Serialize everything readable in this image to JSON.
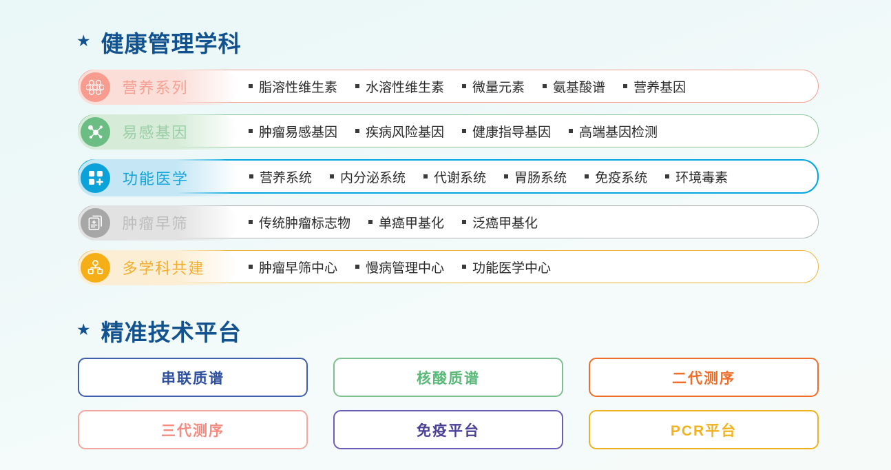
{
  "background": {
    "gradient_from": "#eaf8f7",
    "gradient_to": "#f6fbf9"
  },
  "sections": {
    "discipline": {
      "title": "健康管理学科",
      "star": "★",
      "title_color": "#12528f"
    },
    "platform": {
      "title": "精准技术平台",
      "star": "★",
      "title_color": "#12528f"
    }
  },
  "discipline_rows": [
    {
      "label": "营养系列",
      "icon": "honeycomb-icon",
      "active": false,
      "colors": {
        "border": "#f4a097",
        "icon_bg": "#f79c8e",
        "pill_bg": "#fbded8",
        "label": "#f5a295"
      },
      "tags": [
        "脂溶性维生素",
        "水溶性维生素",
        "微量元素",
        "氨基酸谱",
        "营养基因"
      ]
    },
    {
      "label": "易感基因",
      "icon": "molecule-node-icon",
      "active": false,
      "colors": {
        "border": "#8bc79a",
        "icon_bg": "#6bbd84",
        "pill_bg": "#d6ecd8",
        "label": "#9bcfa6"
      },
      "tags": [
        "肿瘤易感基因",
        "疾病风险基因",
        "健康指导基因",
        "高端基因检测"
      ]
    },
    {
      "label": "功能医学",
      "icon": "grid-plus-icon",
      "active": true,
      "colors": {
        "border": "#00a6e0",
        "icon_bg": "#0aa2d8",
        "pill_bg": "#c5e7f5",
        "label": "#15a5dd"
      },
      "tags": [
        "营养系统",
        "内分泌系统",
        "代谢系统",
        "胃肠系统",
        "免疫系统",
        "环境毒素"
      ]
    },
    {
      "label": "肿瘤早筛",
      "icon": "report-document-icon",
      "active": false,
      "colors": {
        "border": "#b4b4b4",
        "icon_bg": "#a7a7a7",
        "pill_bg": "#e2e2e2",
        "label": "#bdbdbd"
      },
      "tags": [
        "传统肿瘤标志物",
        "单癌甲基化",
        "泛癌甲基化"
      ]
    },
    {
      "label": "多学科共建",
      "icon": "org-chart-people-icon",
      "active": false,
      "colors": {
        "border": "#f0b53c",
        "icon_bg": "#f6ae17",
        "pill_bg": "#fceed4",
        "label": "#f2ae2e"
      },
      "tags": [
        "肿瘤早筛中心",
        "慢病管理中心",
        "功能医学中心"
      ]
    }
  ],
  "platforms": [
    {
      "label": "串联质谱",
      "border": "#3f5fad",
      "text": "#2d4f9e"
    },
    {
      "label": "核酸质谱",
      "border": "#7cc090",
      "text": "#5ab978"
    },
    {
      "label": "二代测序",
      "border": "#ef6d28",
      "text": "#ef6d28"
    },
    {
      "label": "三代测序",
      "border": "#f4a7a0",
      "text": "#f48a80"
    },
    {
      "label": "免疫平台",
      "border": "#6b5cb5",
      "text": "#4a3f96"
    },
    {
      "label": "PCR平台",
      "border": "#efb21f",
      "text": "#f0b21f"
    }
  ]
}
